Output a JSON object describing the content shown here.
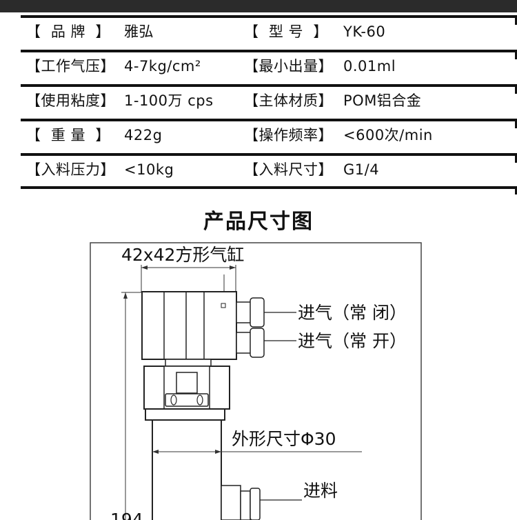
{
  "specs": [
    {
      "k1": "【  品 牌  】",
      "v1": "雅弘",
      "k2": "【  型 号  】",
      "v2": "YK-60"
    },
    {
      "k1": "【工作气压】",
      "v1": "4-7kg/cm²",
      "k2": "【最小出量】",
      "v2": "0.01ml"
    },
    {
      "k1": "【使用粘度】",
      "v1": "1-100万 cps",
      "k2": "【主体材质】",
      "v2": "POM铝合金"
    },
    {
      "k1": "【  重 量  】",
      "v1": "422g",
      "k2": "【操作频率】",
      "v2": "<600次/min"
    },
    {
      "k1": "【入料压力】",
      "v1": "<10kg",
      "k2": "【入料尺寸】",
      "v2": "G1/4"
    }
  ],
  "section_title": "产品尺寸图",
  "drawing": {
    "cylinder_label": "42x42方形气缸",
    "inlet_normally_closed": "进气（常 闭）",
    "inlet_normally_open": "进气（常 开）",
    "outer_size": "外形尺寸Φ30",
    "material_inlet": "进料",
    "height_value": "194"
  }
}
